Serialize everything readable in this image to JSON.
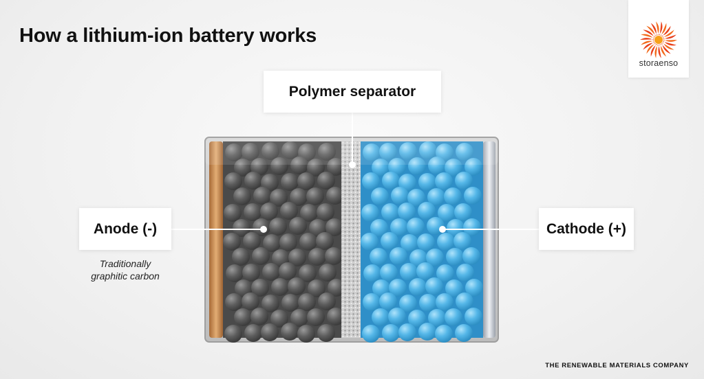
{
  "title": "How a lithium-ion battery works",
  "logo": {
    "text": "storaenso",
    "icon": "sunburst-logo-icon",
    "colors": [
      "#e8401c",
      "#f7a11a"
    ]
  },
  "labels": {
    "separator": "Polymer separator",
    "anode": "Anode (-)",
    "anode_note_line1": "Traditionally",
    "anode_note_line2": "graphitic carbon",
    "cathode": "Cathode (+)"
  },
  "tagline": "THE RENEWABLE MATERIALS COMPANY",
  "colors": {
    "anode_particles": "#5f5f5f",
    "cathode_particles": "#4fb3e6",
    "copper_collector": "#c78a4e",
    "aluminum_collector": "#c9ccd2",
    "separator": "#c8c8c8"
  }
}
